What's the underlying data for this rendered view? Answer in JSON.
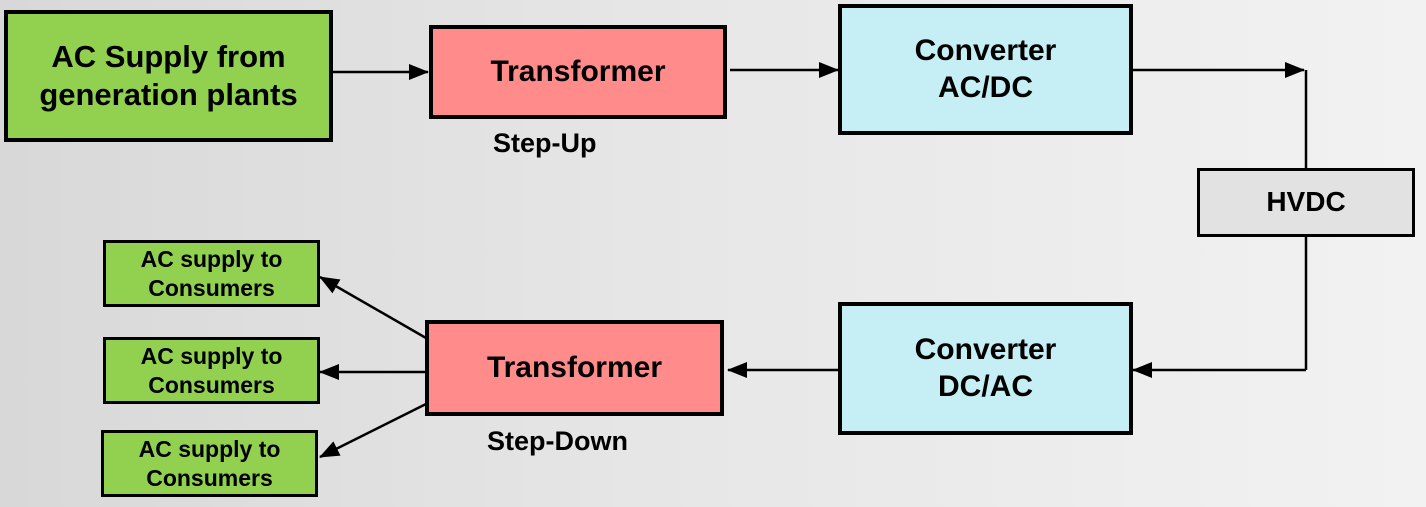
{
  "nodes": {
    "ac_source": [
      "AC Supply from",
      "generation plants"
    ],
    "transformer_up": "Transformer",
    "converter_acdc": [
      "Converter",
      "AC/DC"
    ],
    "hvdc": "HVDC",
    "converter_dcac": [
      "Converter",
      "DC/AC"
    ],
    "transformer_down": "Transformer",
    "consumer_1": [
      "AC supply to",
      "Consumers"
    ],
    "consumer_2": [
      "AC supply to",
      "Consumers"
    ],
    "consumer_3": [
      "AC supply to",
      "Consumers"
    ]
  },
  "labels": {
    "step_up": "Step-Up",
    "step_down": "Step-Down"
  },
  "colors": {
    "source_fill": "#92d050",
    "transformer_fill": "#ff8b8b",
    "converter_fill": "#c5eef5",
    "hvdc_fill": "#e2e2e2",
    "line": "#000000"
  }
}
